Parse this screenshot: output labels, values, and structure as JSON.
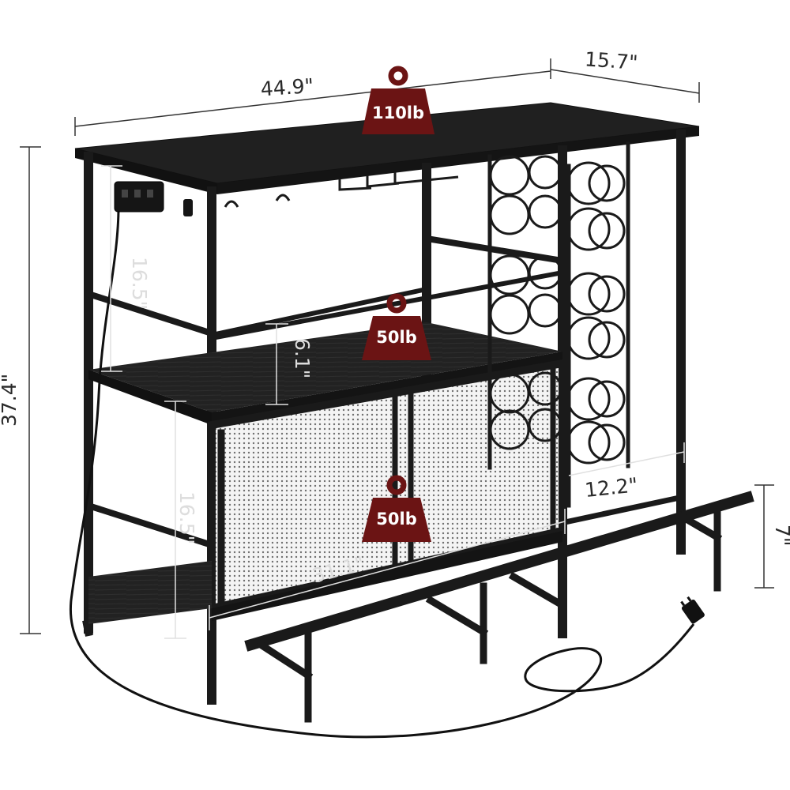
{
  "product": {
    "dimensions": {
      "width": "44.9\"",
      "depth": "15.7\"",
      "height": "37.4\"",
      "top_shelf_gap": "16.5\"",
      "bottom_shelf_gap": "16.5\"",
      "glass_rack_gap": "6.1\"",
      "inner_width": "31.1\"",
      "inner_depth": "12.2\"",
      "footrest_height": "7\""
    },
    "weights": {
      "top": "110lb",
      "middle": "50lb",
      "bottom": "50lb"
    },
    "colors": {
      "frame": "#1a1a1a",
      "shelf": "#202020",
      "weight_badge": "#6b1414",
      "mesh": "#9a9a9a"
    },
    "icons": [
      "power-strip-icon",
      "plug-icon",
      "weight-icon"
    ]
  }
}
